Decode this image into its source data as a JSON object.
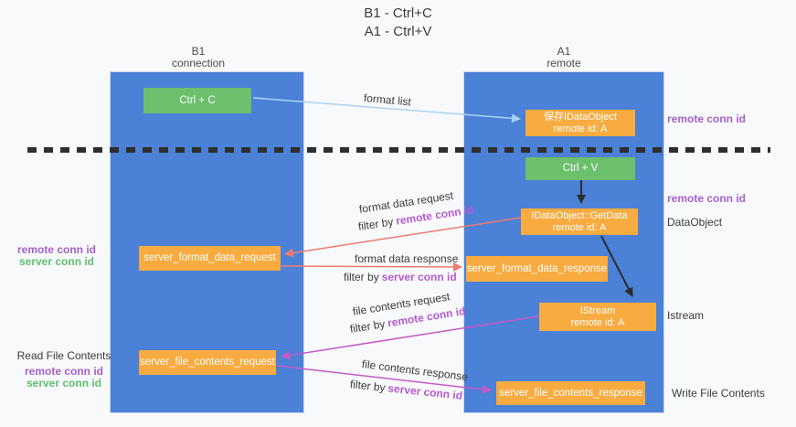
{
  "title": {
    "line1": "B1 - Ctrl+C",
    "line2": "A1 - Ctrl+V"
  },
  "lanes": {
    "left": {
      "title": "B1",
      "subtitle": "connection"
    },
    "right": {
      "title": "A1",
      "subtitle": "remote"
    }
  },
  "nodes": {
    "ctrl_c": {
      "label": "Ctrl + C"
    },
    "ctrl_v": {
      "label": "Ctrl + V"
    },
    "saved_dataobject": {
      "line1": "保存IDataObject",
      "line2": "remote id: A"
    },
    "getdata": {
      "line1": "IDataObject::GetData",
      "line2": "remote id: A"
    },
    "istream": {
      "line1": "IStream",
      "line2": "remote id: A"
    },
    "format_request": {
      "label": "server_format_data_request"
    },
    "format_response": {
      "label": "server_format_data_response"
    },
    "file_request": {
      "label": "server_file_contents_request"
    },
    "file_response": {
      "label": "server_file_contents_response"
    }
  },
  "annotations": {
    "remote_conn_id_top": "remote conn id",
    "remote_conn_id_mid": "remote conn id",
    "dataobject": "DataObject",
    "istream": "Istream",
    "write_file_contents": "Write File Contents",
    "read_file_contents": "Read File Contents",
    "mid_left": {
      "remote": "remote conn id",
      "server": "server conn id"
    },
    "bottom_left": {
      "remote": "remote conn id",
      "server": "server conn id"
    }
  },
  "flows": {
    "format_list": "format list",
    "format_data_request": "format data request",
    "format_data_response": "format data response",
    "file_contents_request": "file contents request",
    "file_contents_response": "file contents response",
    "filter_by": "filter by",
    "remote_conn_id": "remote conn id",
    "server_conn_id": "server conn id"
  },
  "colors": {
    "lane_blue": "#4b81d7",
    "node_orange": "#f7ab40",
    "node_green": "#6cbf6c",
    "purple_label": "#a562c8",
    "green_label": "#5fbf6f",
    "filter_purple": "#b55cce",
    "arrow_lightblue": "#a9d4f1",
    "arrow_salmon": "#ee7b70",
    "arrow_magenta": "#c45ac8",
    "arrow_black": "#2d2d2d",
    "background": "#f8f9fa"
  }
}
